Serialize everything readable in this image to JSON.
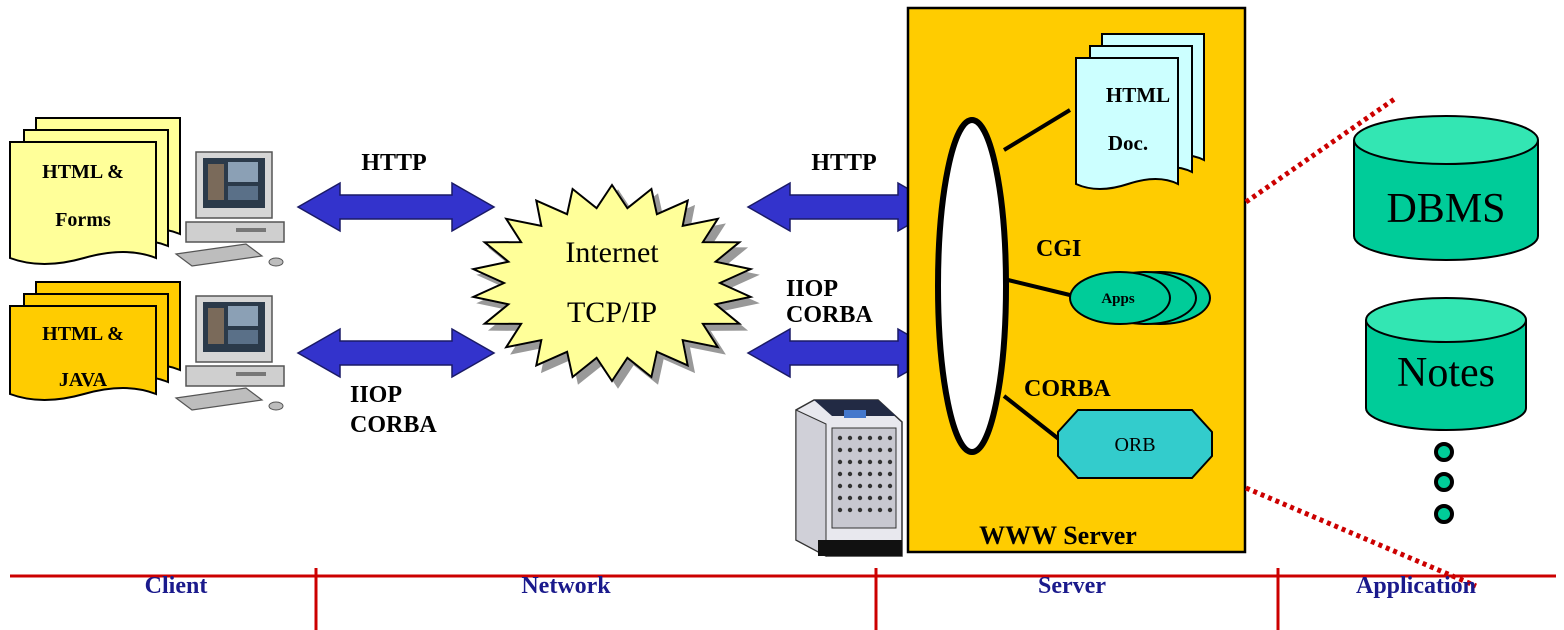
{
  "client": {
    "doc_top": {
      "line1": "HTML &",
      "line2": "Forms"
    },
    "doc_bottom": {
      "line1": "HTML &",
      "line2": "JAVA"
    }
  },
  "links": {
    "client_top": "HTTP",
    "client_bottom": {
      "line1": "IIOP",
      "line2": "CORBA"
    },
    "server_top": "HTTP",
    "server_bottom": {
      "line1": "IIOP",
      "line2": "CORBA"
    }
  },
  "network": {
    "line1": "Internet",
    "line2": "TCP/IP"
  },
  "server": {
    "title": "WWW Server",
    "html_doc": {
      "line1": "HTML",
      "line2": "Doc."
    },
    "cgi_label": "CGI",
    "apps_label": "Apps",
    "corba_label": "CORBA",
    "orb_label": "ORB"
  },
  "application": {
    "dbms": "DBMS",
    "notes": "Notes"
  },
  "tiers": [
    "Client",
    "Network",
    "Server",
    "Application"
  ],
  "colors": {
    "server_box": "#FFCC00",
    "doc_yellow": "#FFFF99",
    "doc_orange": "#FFCC00",
    "doc_blue": "#CCFFFF",
    "arrow": "#3333CC",
    "cloud": "#FFFF99",
    "db": "#00CC99",
    "orb": "#33CCCC",
    "tier_line": "#CC0000",
    "tier_text": "#1a1a8c"
  }
}
